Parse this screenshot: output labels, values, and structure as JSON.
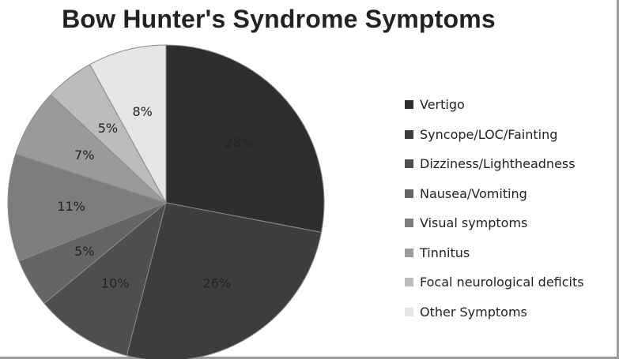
{
  "chart_data": {
    "type": "pie",
    "title": "Bow Hunter's Syndrome Symptoms",
    "categories": [
      "Vertigo",
      "Syncope/LOC/Fainting",
      "Dizziness/Lightheadness",
      "Nausea/Vomiting",
      "Visual symptoms",
      "Tinnitus",
      "Focal neurological deficits",
      "Other Symptoms"
    ],
    "values": [
      28,
      26,
      10,
      5,
      11,
      7,
      5,
      8
    ],
    "labels": [
      "28%",
      "26%",
      "10%",
      "5%",
      "11%",
      "7%",
      "5%",
      "8%"
    ],
    "colors": [
      "#2e2e2e",
      "#3d3d3d",
      "#4e4e4e",
      "#656565",
      "#7d7d7d",
      "#9a9a9a",
      "#bcbcbc",
      "#e6e6e6"
    ],
    "legend_position": "right"
  }
}
